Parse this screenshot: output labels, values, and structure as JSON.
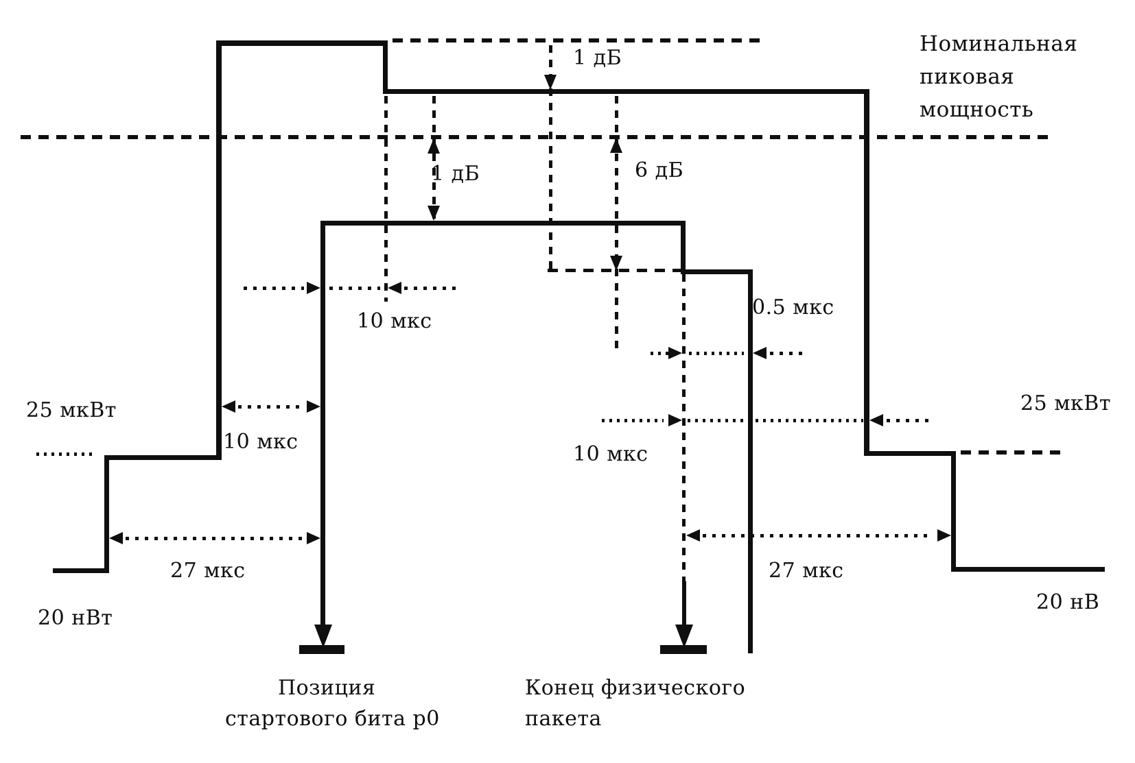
{
  "colors": {
    "ink": "#0f0f0f",
    "paper": "#ffffff"
  },
  "annotations": {
    "nominal_peak_power": {
      "line1": "Номинальная",
      "line2": "пиковая",
      "line3": "мощность"
    },
    "top_1db": "1 дБ",
    "inner_1db": "1 дБ",
    "inner_6db": "6 дБ",
    "ramp_10us": "10 мкс",
    "fall_05us": "0.5 мкс",
    "left_25uw": "25 мкВт",
    "left_10us": "10 мкс",
    "right_10us": "10 мкс",
    "right_25uw": "25 мкВт",
    "left_27us": "27 мкс",
    "right_27us": "27 мкс",
    "left_20nw": "20 нВт",
    "right_20nw": "20 нВ",
    "start_bit": {
      "line1": "Позиция",
      "line2": "стартового бита p0"
    },
    "packet_end": {
      "line1": "Конец физического",
      "line2": "пакета"
    }
  }
}
